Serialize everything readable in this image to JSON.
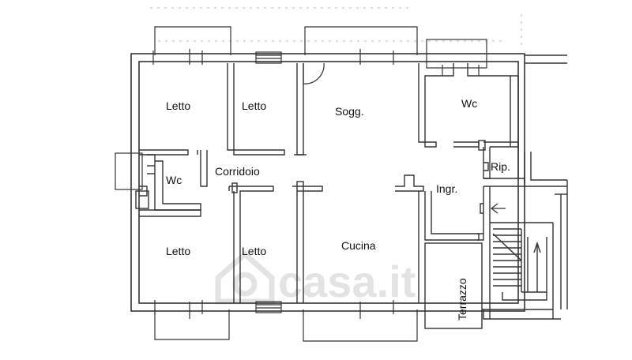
{
  "floor_plan": {
    "rooms": [
      {
        "id": "letto-top-left",
        "label": "Letto"
      },
      {
        "id": "letto-top-middle",
        "label": "Letto"
      },
      {
        "id": "soggiorno",
        "label": "Sogg."
      },
      {
        "id": "wc-top-right",
        "label": "Wc"
      },
      {
        "id": "wc-left",
        "label": "Wc"
      },
      {
        "id": "corridoio",
        "label": "Corridoio"
      },
      {
        "id": "ripostiglio",
        "label": "Rip."
      },
      {
        "id": "ingresso",
        "label": "Ingr."
      },
      {
        "id": "letto-bottom-left",
        "label": "Letto"
      },
      {
        "id": "letto-bottom-middle",
        "label": "Letto"
      },
      {
        "id": "cucina",
        "label": "Cucina"
      },
      {
        "id": "terrazzo",
        "label": "Terrazzo"
      }
    ],
    "watermark": {
      "text": "casa.it"
    },
    "colors": {
      "wall": "#333333",
      "background": "#ffffff",
      "watermark": "#e3e3e3"
    }
  }
}
